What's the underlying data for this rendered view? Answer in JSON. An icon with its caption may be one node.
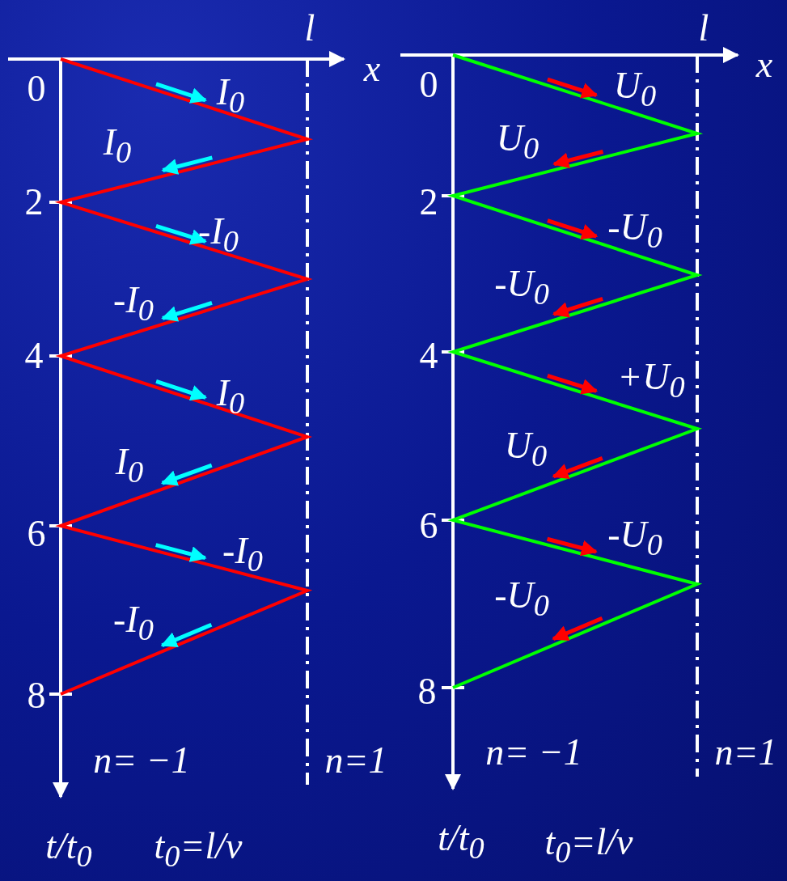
{
  "diagram": {
    "labels": [
      "l",
      "x",
      "0",
      "I$_{0}$",
      "I$_{0}$",
      "2",
      "-I$_{0}$",
      "-I$_{0}$",
      "4",
      "I$_{0}$",
      "I$_{0}$",
      "6",
      "-I$_{0}$",
      "-I$_{0}$",
      "8",
      "n= −1",
      "n=1",
      "t/t$_{0}$",
      "t$_{0}$=l/v",
      "l",
      "x",
      "0",
      "U$_{0}$",
      "U$_{0}$",
      "2",
      "-U$_{0}$",
      "-U$_{0}$",
      "4",
      "+U$_{0}$",
      "U$_{0}$",
      "6",
      "-U$_{0}$",
      "-U$_{0}$",
      "8",
      "n= −1",
      "n=1",
      "t/t$_{0}$",
      "t$_{0}$=l/v"
    ]
  }
}
